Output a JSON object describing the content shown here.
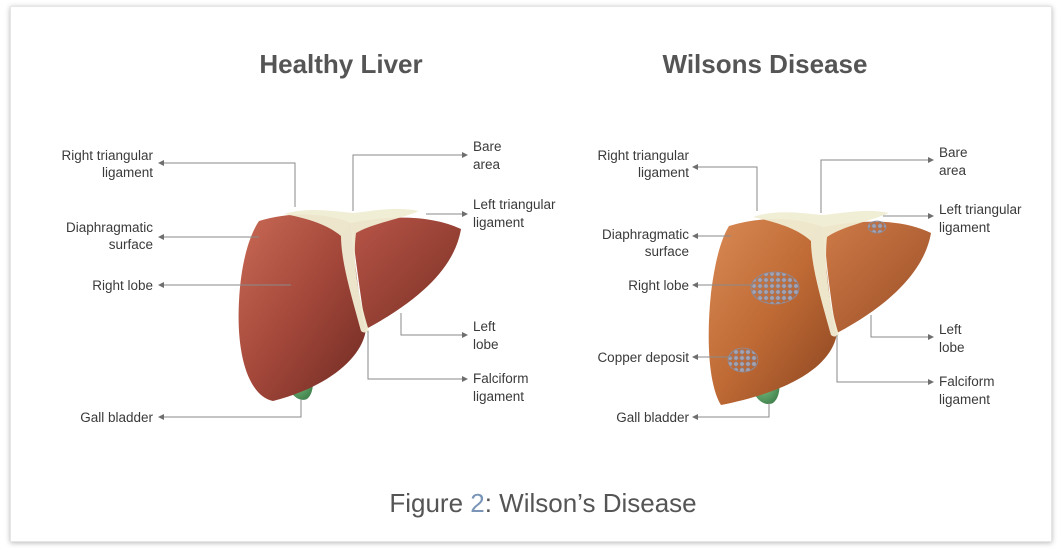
{
  "panels": {
    "healthy": {
      "title": "Healthy Liver",
      "labels": {
        "right_triangular": [
          "Right triangular",
          "ligament"
        ],
        "diaphragmatic": [
          "Diaphragmatic",
          "surface"
        ],
        "right_lobe": [
          "Right lobe"
        ],
        "gall_bladder": [
          "Gall bladder"
        ],
        "bare_area": [
          "Bare",
          "area"
        ],
        "left_triangular": [
          "Left triangular",
          "ligament"
        ],
        "left_lobe": [
          "Left",
          "lobe"
        ],
        "falciform": [
          "Falciform",
          "ligament"
        ]
      }
    },
    "wilsons": {
      "title": "Wilsons Disease",
      "labels": {
        "right_triangular": [
          "Right triangular",
          "ligament"
        ],
        "diaphragmatic": [
          "Diaphragmatic",
          "surface"
        ],
        "right_lobe": [
          "Right lobe"
        ],
        "copper_deposit": [
          "Copper deposit"
        ],
        "gall_bladder": [
          "Gall bladder"
        ],
        "bare_area": [
          "Bare",
          "area"
        ],
        "left_triangular": [
          "Left triangular",
          "ligament"
        ],
        "left_lobe": [
          "Left",
          "lobe"
        ],
        "falciform": [
          "Falciform",
          "ligament"
        ]
      }
    }
  },
  "caption": {
    "prefix": "Figure ",
    "number": "2",
    "text": ": Wilson’s Disease"
  },
  "colors": {
    "healthy_liver": "#9a3f2f",
    "wilsons_liver": "#b85a2a",
    "ligament": "#f0edd4",
    "gall_bladder": "#4f9a5a",
    "copper_deposit": "#9a9aa8",
    "caption_number": "#7a95b8"
  }
}
